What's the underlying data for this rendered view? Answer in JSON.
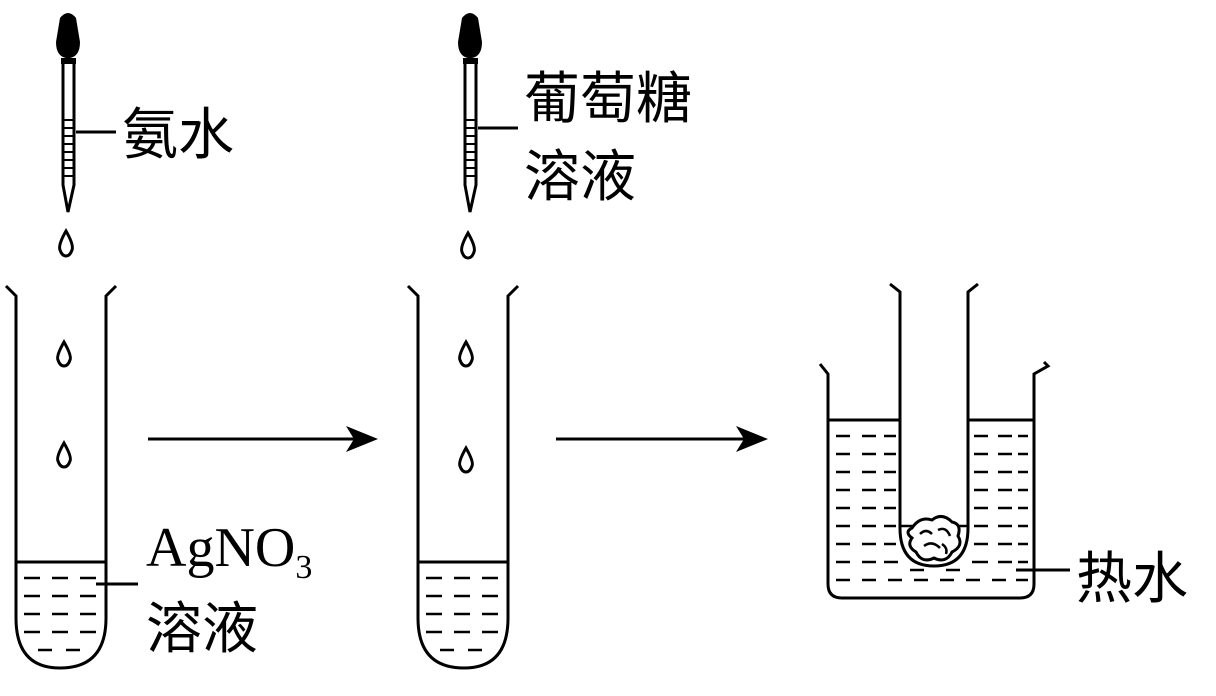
{
  "labels": {
    "reagent1": "氨水",
    "reagent2_line1": "葡萄糖",
    "reagent2_line2": "溶液",
    "solution_formula": "AgNO",
    "solution_subscript": "3",
    "solution_word": "溶液",
    "bath": "热水"
  },
  "colors": {
    "ink": "#000000",
    "background": "#ffffff"
  },
  "icons": [
    "dropper-icon",
    "droplet-icon",
    "test-tube-icon",
    "beaker-icon",
    "arrow-icon"
  ]
}
